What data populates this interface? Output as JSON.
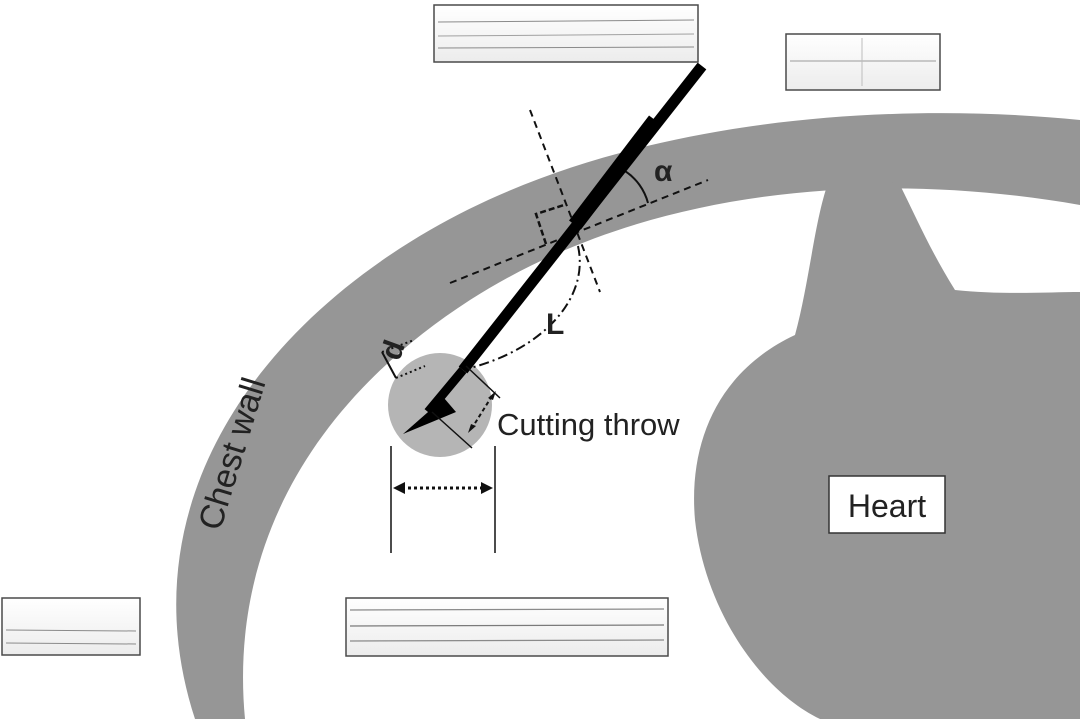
{
  "labels": {
    "chest_wall": "Chest wall",
    "heart": "Heart",
    "cutting_throw": "Cutting throw",
    "alpha": "α",
    "L": "L",
    "d": "d"
  },
  "colors": {
    "tissue": "#969696",
    "throw_circle": "#b5b5b5",
    "instrument": "#000000",
    "background": "#ffffff"
  },
  "icons": {
    "bar_placeholder": "striped-rectangle"
  }
}
